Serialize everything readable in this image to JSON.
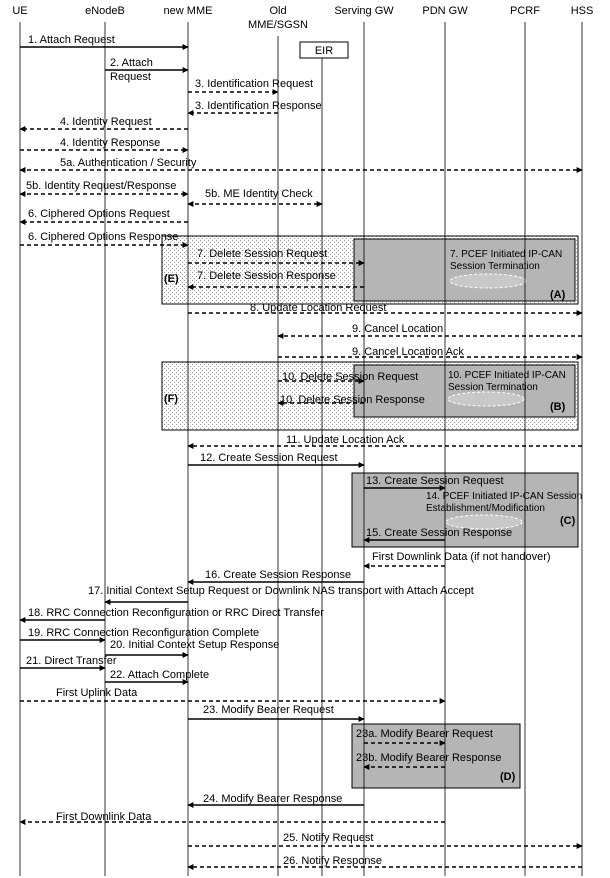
{
  "entities": [
    {
      "id": "ue",
      "label": [
        "UE"
      ]
    },
    {
      "id": "enb",
      "label": [
        "eNodeB"
      ]
    },
    {
      "id": "newmme",
      "label": [
        "new MME"
      ]
    },
    {
      "id": "oldmme",
      "label": [
        "Old",
        "MME/SGSN"
      ]
    },
    {
      "id": "eir",
      "label": [
        "EIR"
      ]
    },
    {
      "id": "sgw",
      "label": [
        "Serving GW"
      ]
    },
    {
      "id": "pgw",
      "label": [
        "PDN GW"
      ]
    },
    {
      "id": "pcrf",
      "label": [
        "PCRF"
      ]
    },
    {
      "id": "hss",
      "label": [
        "HSS"
      ]
    }
  ],
  "boxes": [
    {
      "id": "E",
      "label": "(E)"
    },
    {
      "id": "A",
      "label": "(A)"
    },
    {
      "id": "F",
      "label": "(F)"
    },
    {
      "id": "B",
      "label": "(B)"
    },
    {
      "id": "C",
      "label": "(C)"
    },
    {
      "id": "D",
      "label": "(D)"
    }
  ],
  "messages": [
    {
      "text": "1. Attach Request",
      "from": "ue",
      "to": "newmme",
      "style": "solid"
    },
    {
      "text": "2. Attach",
      "text2": "Request",
      "from": "enb",
      "to": "newmme",
      "style": "solid"
    },
    {
      "text": "3. Identification Request",
      "from": "newmme",
      "to": "oldmme",
      "style": "dashed"
    },
    {
      "text": "3. Identification Response",
      "from": "oldmme",
      "to": "newmme",
      "style": "dashed"
    },
    {
      "text": "4. Identity Request",
      "from": "newmme",
      "to": "ue",
      "style": "dashed"
    },
    {
      "text": "4. Identity Response",
      "from": "ue",
      "to": "newmme",
      "style": "dashed"
    },
    {
      "text": "5a. Authentication / Security",
      "from": "ue",
      "to": "hss",
      "style": "dashed-both"
    },
    {
      "text": "5b. Identity Request/Response",
      "from": "ue",
      "to": "newmme",
      "style": "dashed-both"
    },
    {
      "text": "5b. ME Identity Check",
      "from": "newmme",
      "to": "eir",
      "style": "dashed-both"
    },
    {
      "text": "6. Ciphered Options Request",
      "from": "newmme",
      "to": "ue",
      "style": "dashed"
    },
    {
      "text": "6. Ciphered Options Response",
      "from": "ue",
      "to": "newmme",
      "style": "dashed"
    },
    {
      "text": "7. Delete Session Request",
      "from": "newmme",
      "to": "sgw",
      "style": "dashed"
    },
    {
      "text": "7. Delete Session Response",
      "from": "sgw",
      "to": "newmme",
      "style": "dashed"
    },
    {
      "text": "7. PCEF Initiated IP-CAN",
      "text2": "Session Termination",
      "from": "",
      "to": "",
      "style": "note"
    },
    {
      "text": "8. Update Location Request",
      "from": "newmme",
      "to": "hss",
      "style": "dashed"
    },
    {
      "text": "9. Cancel Location",
      "from": "hss",
      "to": "oldmme",
      "style": "dashed"
    },
    {
      "text": "9. Cancel Location Ack",
      "from": "oldmme",
      "to": "hss",
      "style": "dashed"
    },
    {
      "text": "10. Delete Session Request",
      "from": "oldmme",
      "to": "sgw",
      "style": "dashed"
    },
    {
      "text": "10. Delete Session Response",
      "from": "sgw",
      "to": "oldmme",
      "style": "dashed"
    },
    {
      "text": "10. PCEF Initiated IP-CAN",
      "text2": "Session Termination",
      "from": "",
      "to": "",
      "style": "note"
    },
    {
      "text": "11. Update Location Ack",
      "from": "hss",
      "to": "newmme",
      "style": "dashed"
    },
    {
      "text": "12. Create Session Request",
      "from": "newmme",
      "to": "sgw",
      "style": "solid"
    },
    {
      "text": "13. Create Session Request",
      "from": "sgw",
      "to": "pgw",
      "style": "solid"
    },
    {
      "text": "14. PCEF Initiated IP-CAN Session",
      "text2": "Establishment/Modification",
      "from": "",
      "to": "",
      "style": "note"
    },
    {
      "text": "15. Create Session Response",
      "from": "pgw",
      "to": "sgw",
      "style": "solid"
    },
    {
      "text": "First Downlink Data (if not handover)",
      "from": "pgw",
      "to": "sgw",
      "style": "dashed"
    },
    {
      "text": "16. Create Session Response",
      "from": "sgw",
      "to": "newmme",
      "style": "solid"
    },
    {
      "text": "17. Initial Context Setup Request or Downlink NAS transport with Attach Accept",
      "from": "newmme",
      "to": "enb",
      "style": "solid"
    },
    {
      "text": "18. RRC Connection Reconfiguration or RRC Direct Transfer",
      "from": "enb",
      "to": "ue",
      "style": "solid"
    },
    {
      "text": "19. RRC Connection Reconfiguration Complete",
      "from": "ue",
      "to": "enb",
      "style": "solid"
    },
    {
      "text": "20. Initial Context Setup Response",
      "from": "enb",
      "to": "newmme",
      "style": "solid"
    },
    {
      "text": "21. Direct Transfer",
      "from": "ue",
      "to": "enb",
      "style": "solid"
    },
    {
      "text": "22. Attach Complete",
      "from": "enb",
      "to": "newmme",
      "style": "solid"
    },
    {
      "text": "First Uplink Data",
      "from": "ue",
      "to": "pgw",
      "style": "dashed"
    },
    {
      "text": "23. Modify Bearer Request",
      "from": "newmme",
      "to": "sgw",
      "style": "solid"
    },
    {
      "text": "23a. Modify Bearer Request",
      "from": "sgw",
      "to": "pgw",
      "style": "dashed"
    },
    {
      "text": "23b. Modify Bearer Response",
      "from": "pgw",
      "to": "sgw",
      "style": "dashed"
    },
    {
      "text": "24. Modify Bearer Response",
      "from": "sgw",
      "to": "newmme",
      "style": "solid"
    },
    {
      "text": "First Downlink Data",
      "from": "pgw",
      "to": "ue",
      "style": "dashed"
    },
    {
      "text": "25. Notify Request",
      "from": "newmme",
      "to": "hss",
      "style": "dashed"
    },
    {
      "text": "26. Notify Response",
      "from": "hss",
      "to": "newmme",
      "style": "dashed"
    }
  ]
}
